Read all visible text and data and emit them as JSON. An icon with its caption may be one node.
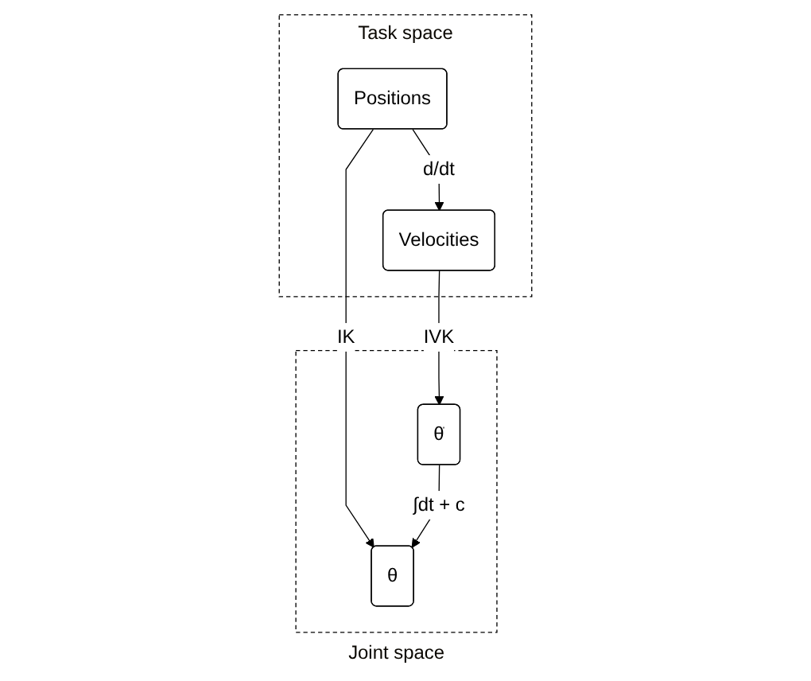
{
  "diagram": {
    "nodes": [
      {
        "text": [
          "Task space"
        ]
      },
      {
        "text": [
          "Positions"
        ],
        "in": 0
      },
      {
        "text": [
          "Velocities"
        ],
        "in": 0
      },
      {
        "text": [
          "Joint space"
        ]
      },
      {
        "text": [
          "θ"
        ],
        "in": 3
      },
      {
        "text": [
          "θ̇"
        ],
        "in": 3
      }
    ],
    "edges": [
      {
        "from": 1,
        "to": 2,
        "arrow": "to",
        "label": "d/dt"
      },
      {
        "from": 1,
        "to": 4,
        "arrow": "to",
        "label": "IK"
      },
      {
        "from": 2,
        "to": 5,
        "arrow": "to",
        "label": "IVK"
      },
      {
        "from": 5,
        "to": 4,
        "arrow": "to",
        "label": "∫dt + c"
      }
    ]
  }
}
